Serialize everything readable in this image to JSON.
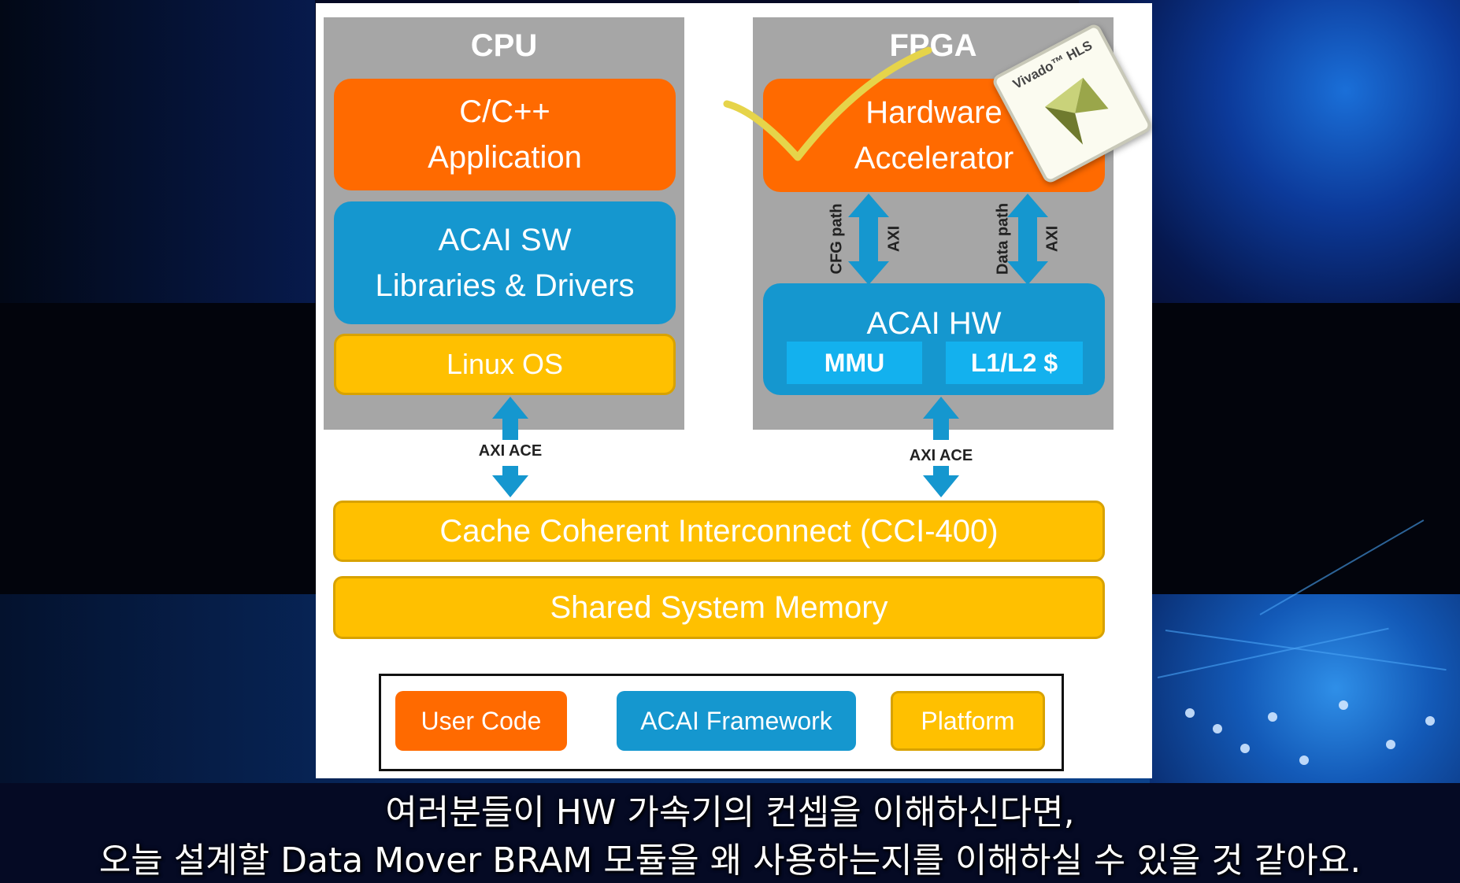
{
  "diagram": {
    "cpu": {
      "title": "CPU",
      "app": [
        "C/C++",
        "Application"
      ],
      "sw": [
        "ACAI SW",
        "Libraries & Drivers"
      ],
      "os": "Linux OS"
    },
    "fpga": {
      "title": "FPGA",
      "accelerator": [
        "Hardware",
        "Accelerator"
      ],
      "hw": "ACAI HW",
      "mmu": "MMU",
      "cache": "L1/L2 $",
      "cfg_path": "CFG path",
      "data_path": "Data path",
      "axi": "AXI"
    },
    "axi_ace": "AXI ACE",
    "cci": "Cache Coherent Interconnect (CCI-400)",
    "memory": "Shared System Memory",
    "legend": {
      "user_code": "User Code",
      "framework": "ACAI Framework",
      "platform": "Platform"
    },
    "badge": "Vivado™ HLS"
  },
  "colors": {
    "user_code": "#ff6a00",
    "framework": "#1597cf",
    "platform": "#ffc000",
    "checkmark": "#e6d44a"
  },
  "subtitles": {
    "line1": "여러분들이 HW 가속기의 컨셉을 이해하신다면,",
    "line2": "오늘 설계할 Data Mover BRAM 모듈을 왜 사용하는지를 이해하실 수 있을 것 같아요."
  }
}
